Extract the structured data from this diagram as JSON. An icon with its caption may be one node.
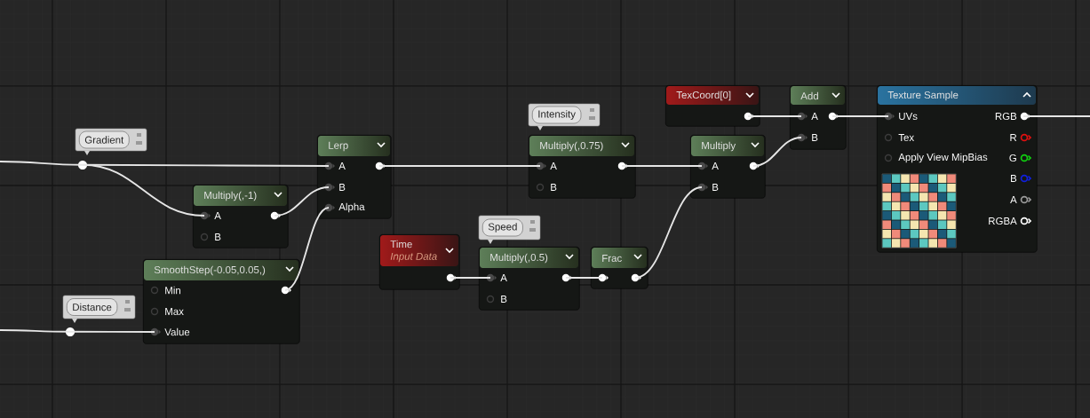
{
  "diagram": {
    "nodes": [
      {
        "text": [
          "Gradient"
        ]
      },
      {
        "text": [
          "Distance"
        ]
      },
      {
        "text": [
          "Multiply(,-1)",
          "A",
          "B"
        ]
      },
      {
        "text": [
          "SmoothStep(-0.05,0.05,)",
          "Min",
          "Max",
          "Value"
        ]
      },
      {
        "text": [
          "Lerp",
          "A",
          "B",
          "Alpha"
        ]
      },
      {
        "text": [
          "Time",
          "Input Data"
        ]
      },
      {
        "text": [
          "Multiply(,0.75)",
          "A",
          "B"
        ],
        "beside": [
          "Intensity"
        ]
      },
      {
        "text": [
          "Multiply(,0.5)",
          "A",
          "B"
        ],
        "beside": [
          "Speed"
        ]
      },
      {
        "text": [
          "Frac"
        ]
      },
      {
        "text": [
          "TexCoord[0]"
        ]
      },
      {
        "text": [
          "Multiply",
          "A",
          "B"
        ]
      },
      {
        "text": [
          "Add",
          "A",
          "B"
        ]
      },
      {
        "text": [
          "Texture Sample",
          "UVs",
          "Tex",
          "Apply View MipBias",
          "RGB",
          "R",
          "G",
          "B",
          "A",
          "RGBA"
        ]
      }
    ],
    "edges": [
      {
        "from": null,
        "to": 0,
        "arrow": "none"
      },
      {
        "from": 0,
        "to": 4,
        "arrow": "none"
      },
      {
        "from": 0,
        "to": 2,
        "arrow": "none"
      },
      {
        "from": 2,
        "to": 4,
        "arrow": "none"
      },
      {
        "from": null,
        "to": 1,
        "arrow": "none"
      },
      {
        "from": 1,
        "to": 3,
        "arrow": "none"
      },
      {
        "from": 3,
        "to": 4,
        "arrow": "none"
      },
      {
        "from": 4,
        "to": 6,
        "arrow": "none"
      },
      {
        "from": 6,
        "to": 10,
        "arrow": "none"
      },
      {
        "from": 5,
        "to": 7,
        "arrow": "none"
      },
      {
        "from": 7,
        "to": 8,
        "arrow": "none"
      },
      {
        "from": 8,
        "to": 10,
        "arrow": "none"
      },
      {
        "from": 9,
        "to": 11,
        "arrow": "none"
      },
      {
        "from": 10,
        "to": 11,
        "arrow": "none"
      },
      {
        "from": 11,
        "to": 12,
        "arrow": "none"
      },
      {
        "from": 12,
        "to": null,
        "arrow": "none"
      }
    ]
  }
}
